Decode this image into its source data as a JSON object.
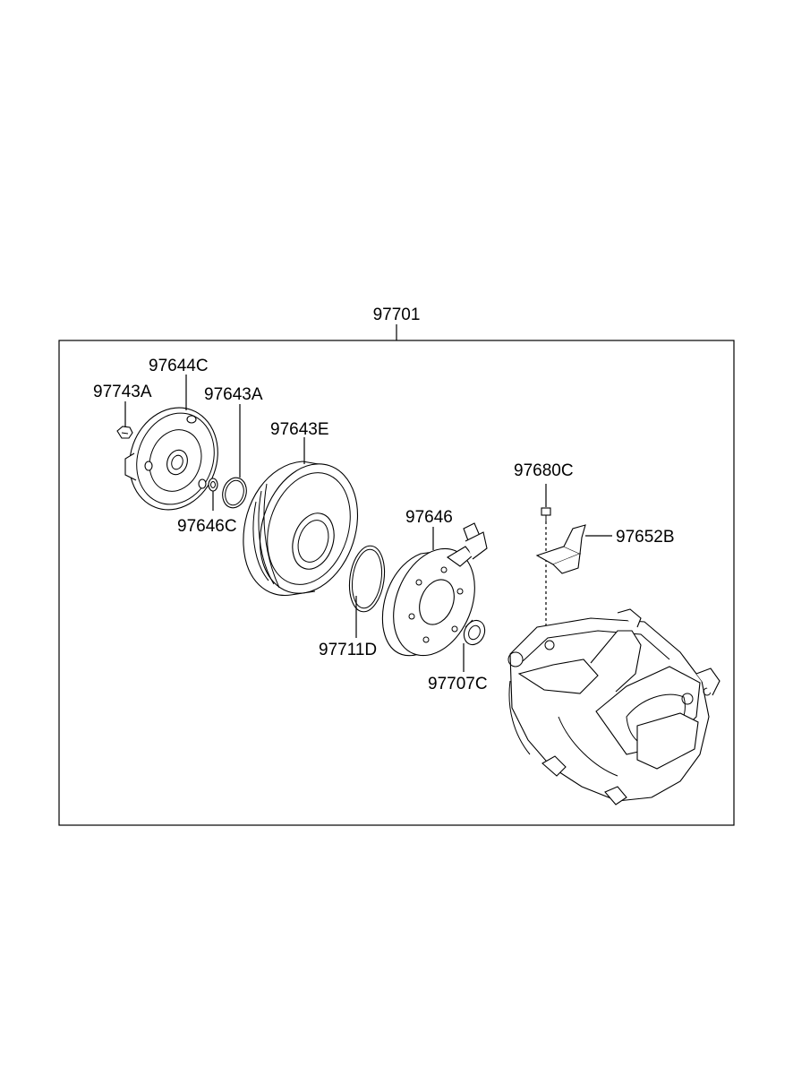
{
  "diagram": {
    "assembly_label": "97701",
    "parts": {
      "p97743A": "97743A",
      "p97644C": "97644C",
      "p97643A": "97643A",
      "p97643E": "97643E",
      "p97646C": "97646C",
      "p97646": "97646",
      "p97711D": "97711D",
      "p97707C": "97707C",
      "p97680C": "97680C",
      "p97652B": "97652B"
    }
  }
}
